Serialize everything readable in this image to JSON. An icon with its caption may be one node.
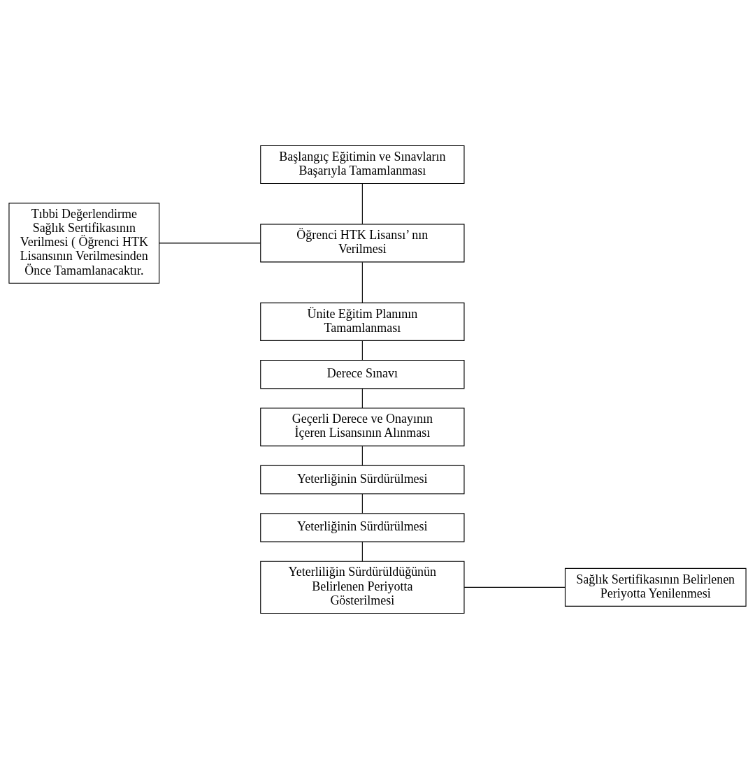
{
  "diagram": {
    "nodes": [
      {
        "text": [
          "Başlangıç Eğitimin ve Sınavların Başarıyla Tamamlanması"
        ]
      },
      {
        "text": [
          "Tıbbi Değerlendirme Sağlık Sertifikasının Verilmesi ( Öğrenci HTK Lisansının Verilmesinden Önce Tamamlanacaktır."
        ]
      },
      {
        "text": [
          "Öğrenci HTK Lisansı’ nın Verilmesi"
        ]
      },
      {
        "text": [
          "Ünite Eğitim Planının Tamamlanması"
        ]
      },
      {
        "text": [
          "Derece Sınavı"
        ]
      },
      {
        "text": [
          "Geçerli Derece ve Onayının İçeren Lisansının Alınması"
        ]
      },
      {
        "text": [
          "Yeterliğinin Sürdürülmesi"
        ]
      },
      {
        "text": [
          "Yeterliğinin Sürdürülmesi"
        ]
      },
      {
        "text": [
          "Yeterliliğin Sürdürüldüğünün Belirlenen Periyotta Gösterilmesi"
        ]
      },
      {
        "text": [
          "Sağlık Sertifikasının Belirlenen Periyotta Yenilenmesi"
        ]
      }
    ],
    "edges": [
      {
        "from": 0,
        "to": 2,
        "arrow": "none"
      },
      {
        "from": 1,
        "to": 2,
        "arrow": "none"
      },
      {
        "from": 2,
        "to": 3,
        "arrow": "none"
      },
      {
        "from": 3,
        "to": 4,
        "arrow": "none"
      },
      {
        "from": 4,
        "to": 5,
        "arrow": "none"
      },
      {
        "from": 5,
        "to": 6,
        "arrow": "none"
      },
      {
        "from": 6,
        "to": 7,
        "arrow": "none"
      },
      {
        "from": 7,
        "to": 8,
        "arrow": "none"
      },
      {
        "from": 8,
        "to": 9,
        "arrow": "none"
      }
    ]
  }
}
